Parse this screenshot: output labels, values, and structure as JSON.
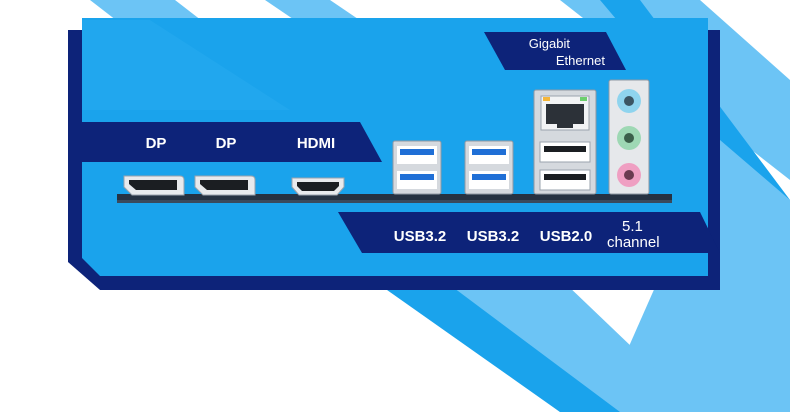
{
  "panel": {
    "top_labels": [
      "DP",
      "DP",
      "HDMI"
    ],
    "lan_label": [
      "Gigabit",
      "Ethernet"
    ],
    "bottom_labels": [
      "USB3.2",
      "USB3.2",
      "USB2.0"
    ],
    "audio_label": [
      "5.1",
      "channel"
    ]
  },
  "colors": {
    "panel_blue": "#1aa3ec",
    "navy": "#0d2379",
    "stripe_light": "#6cc4f5",
    "usb3_blue": "#1f6fd6",
    "audio_blue": "#8fd4ee",
    "audio_green": "#9ed8b4",
    "audio_pink": "#ef9fc2"
  },
  "icons": [
    "displayport-port-icon",
    "hdmi-port-icon",
    "usb3-port-icon",
    "usb2-port-icon",
    "rj45-port-icon",
    "audio-jack-icon"
  ]
}
